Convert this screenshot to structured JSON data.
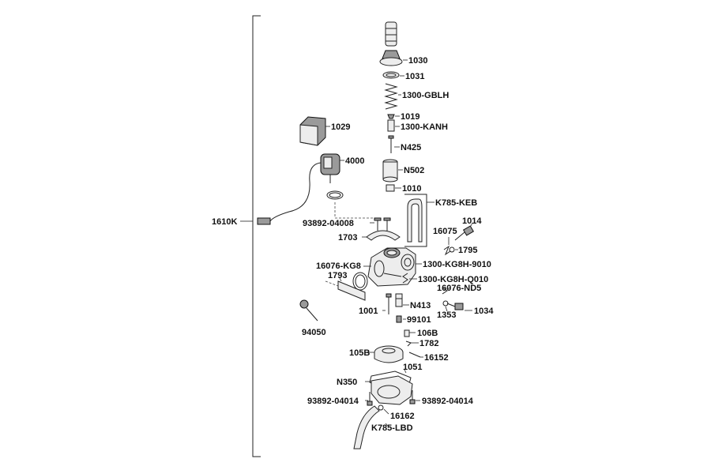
{
  "assembly_label": "1610K",
  "labels": {
    "p1030": "1030",
    "p1031": "1031",
    "p1300gblh": "1300-GBLH",
    "p1019": "1019",
    "p1300kanh": "1300-KANH",
    "pN425": "N425",
    "pN502": "N502",
    "p1010": "1010",
    "pK785keb": "K785-KEB",
    "p1029": "1029",
    "p4000": "4000",
    "p93892_04008": "93892-04008",
    "p1703": "1703",
    "p1014": "1014",
    "p16075": "16075",
    "p1795": "1795",
    "p16076kg8": "16076-KG8",
    "p1793": "1793",
    "p1300kg8h9010": "1300-KG8H-9010",
    "p1300kg8hq010": "1300-KG8H-Q010",
    "p16076nd5": "16076-ND5",
    "pN413": "N413",
    "p1001": "1001",
    "p1353": "1353",
    "p1034": "1034",
    "p99101": "99101",
    "p94050": "94050",
    "p106b": "106B",
    "p1782": "1782",
    "p105b": "105B",
    "p16152": "16152",
    "p1051": "1051",
    "pN350": "N350",
    "p93892_04014_left": "93892-04014",
    "p93892_04014_right": "93892-04014",
    "p16162": "16162",
    "pK785lbd": "K785-LBD"
  }
}
